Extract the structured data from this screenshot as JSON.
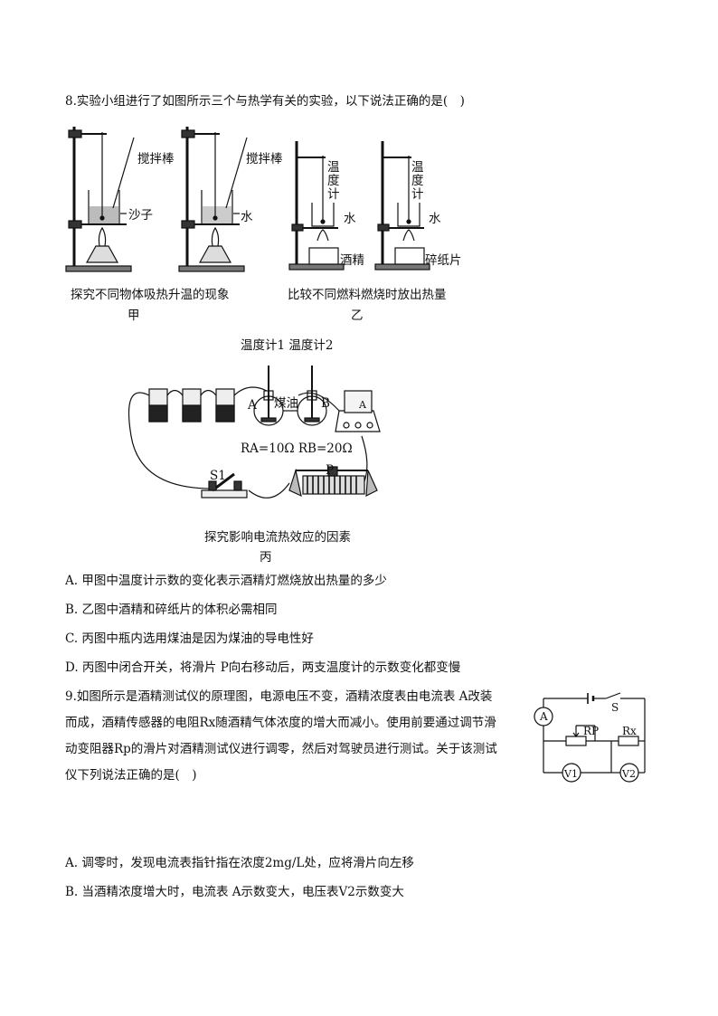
{
  "q8": {
    "stem": "8.实验小组进行了如图所示三个与热学有关的实验，以下说法正确的是(　)",
    "fig_jia": {
      "label_stir_1": "搅拌棒",
      "label_stir_2": "搅拌棒",
      "label_sand": "沙子",
      "label_water": "水",
      "caption": "探究不同物体吸热升温的现象",
      "sub": "甲"
    },
    "fig_yi": {
      "label_thermo_1": "温度计",
      "label_thermo_2": "温度计",
      "label_water_1": "水",
      "label_water_2": "水",
      "label_alcohol": "酒精",
      "label_paper": "碎纸片",
      "caption": "比较不同燃料燃烧时放出热量",
      "sub": "乙"
    },
    "fig_bing": {
      "thermo_labels": "温度计1  温度计2",
      "label_A": "A",
      "label_B": "B",
      "label_kerosene": "煤油",
      "label_ammeter": "A",
      "resistances": "RA=10Ω RB=20Ω",
      "label_S1": "S1",
      "label_P": "P",
      "caption": "探究影响电流热效应的因素",
      "sub": "丙"
    },
    "options": {
      "A": "A. 甲图中温度计示数的变化表示酒精灯燃烧放出热量的多少",
      "B": "B. 乙图中酒精和碎纸片的体积必需相同",
      "C": "C. 丙图中瓶内选用煤油是因为煤油的导电性好",
      "D": "D. 丙图中闭合开关，将滑片 P向右移动后，两支温度计的示数变化都变慢"
    }
  },
  "q9": {
    "stem_lines": [
      "9.如图所示是酒精测试仪的原理图，电源电压不变，酒精浓度表由电流表 A改装",
      "而成，酒精传感器的电阻Rx随酒精气体浓度的增大而减小。使用前要通过调节滑",
      "动变阻器Rp的滑片对酒精测试仪进行调零，然后对驾驶员进行测试。关于该测试",
      "仪下列说法正确的是(　)"
    ],
    "circuit": {
      "ammeter": "A",
      "switch": "S",
      "rp": "RP",
      "rx": "Rx",
      "v1": "V1",
      "v2": "V2"
    },
    "options": {
      "A": "A. 调零时，发现电流表指针指在浓度2mg/L处，应将滑片向左移",
      "B": "B. 当酒精浓度增大时，电流表 A示数变大，电压表V2示数变大"
    }
  }
}
